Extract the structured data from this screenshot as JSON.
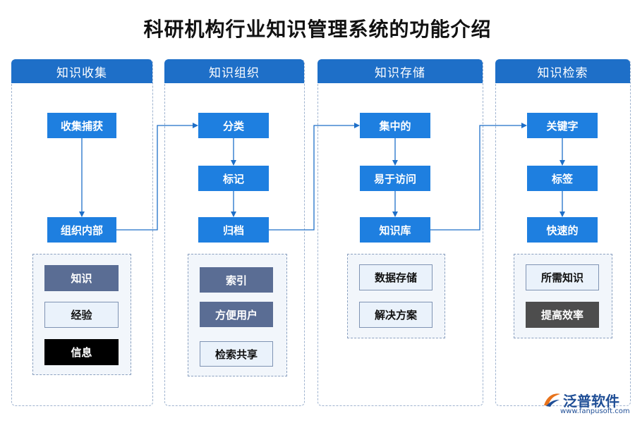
{
  "title": "科研机构行业知识管理系统的功能介绍",
  "columns": [
    {
      "header": "知识收集",
      "nodes": [
        "收集捕获",
        "组织内部"
      ],
      "group": [
        "知识",
        "经验",
        "信息"
      ]
    },
    {
      "header": "知识组织",
      "nodes": [
        "分类",
        "标记",
        "归档"
      ],
      "group": [
        "索引",
        "方便用户",
        "检索共享"
      ]
    },
    {
      "header": "知识存储",
      "nodes": [
        "集中的",
        "易于访问",
        "知识库"
      ],
      "group": [
        "数据存储",
        "解决方案"
      ]
    },
    {
      "header": "知识检索",
      "nodes": [
        "关键字",
        "标签",
        "快速的"
      ],
      "group": [
        "所需知识",
        "提高效率"
      ]
    }
  ],
  "logo": {
    "name": "泛普软件",
    "url": "www.fanpusoft.com"
  },
  "colors": {
    "header": "#1e6fc8",
    "node": "#1e7fe0",
    "arrow": "#1e6fc8",
    "dark_box": "#5a6d94",
    "light_box": "#eaf2fb",
    "black_box": "#000000",
    "grey_box": "#4d4d4d"
  }
}
